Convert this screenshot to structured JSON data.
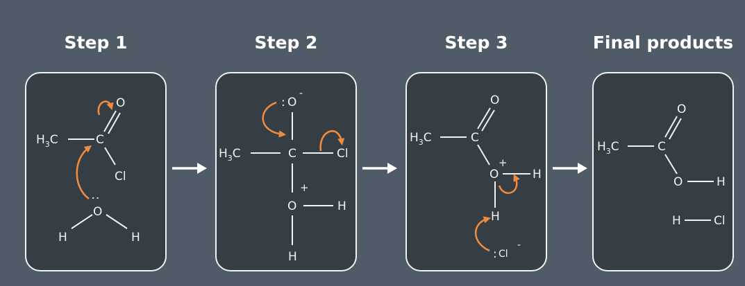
{
  "steps": [
    {
      "title": "Step 1"
    },
    {
      "title": "Step 2"
    },
    {
      "title": "Step 3"
    },
    {
      "title": "Final products"
    }
  ],
  "atoms": {
    "carbon": "C",
    "oxygen": "O",
    "chlorine": "Cl",
    "hydrogen": "H",
    "methyl_main": "H",
    "methyl_c": "C",
    "methyl_sub": "3",
    "lone_pair": ":",
    "plus": "+",
    "minus": "-"
  },
  "colors": {
    "background": "#4f5b66",
    "panel": "#353d45",
    "border": "#f2f2f2",
    "curved_arrow": "#f08a3c"
  }
}
